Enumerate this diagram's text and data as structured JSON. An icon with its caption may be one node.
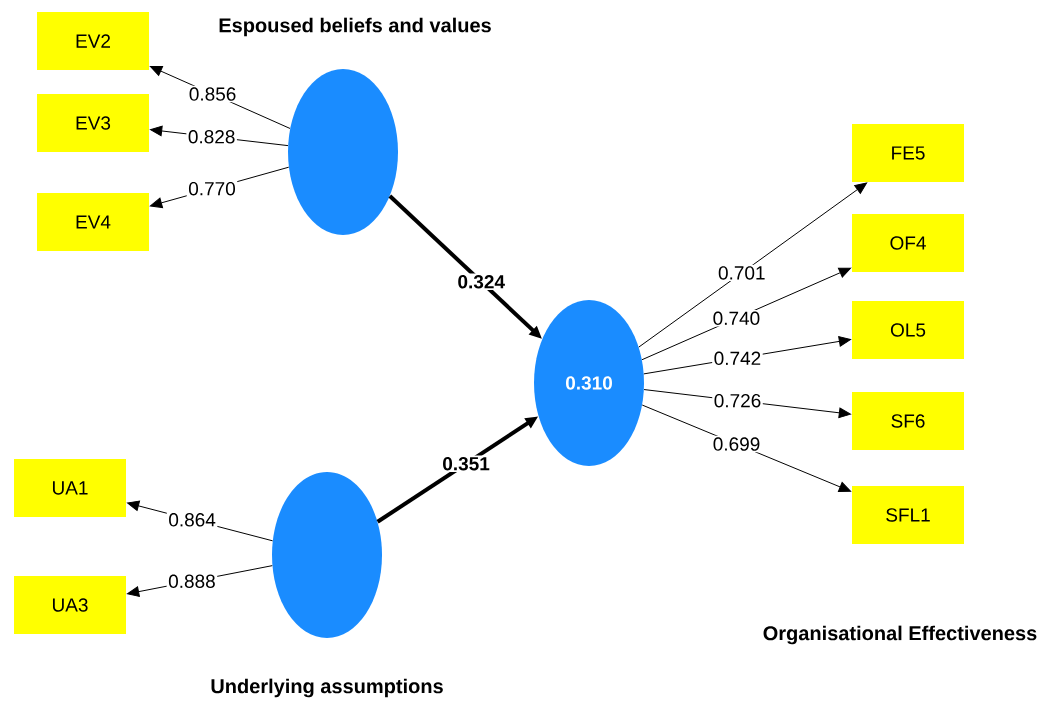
{
  "diagram": {
    "nodes": [
      {
        "text": [
          "EV2"
        ]
      },
      {
        "text": [
          "EV3"
        ]
      },
      {
        "text": [
          "EV4"
        ]
      },
      {
        "text": [
          "Espoused beliefs and values"
        ]
      },
      {
        "text": [
          "0.310"
        ]
      },
      {
        "text": [
          "FE5"
        ]
      },
      {
        "text": [
          "OF4"
        ]
      },
      {
        "text": [
          "OL5"
        ]
      },
      {
        "text": [
          "SF6"
        ]
      },
      {
        "text": [
          "SFL1"
        ]
      },
      {
        "text": [
          "UA1"
        ]
      },
      {
        "text": [
          "UA3"
        ]
      },
      {
        "text": [
          "Underlying assumptions"
        ]
      }
    ],
    "edges": [
      {
        "from": 3,
        "to": 0,
        "arrow": "to",
        "label": "0.856"
      },
      {
        "from": 3,
        "to": 1,
        "arrow": "to",
        "label": "0.828"
      },
      {
        "from": 3,
        "to": 2,
        "arrow": "to",
        "label": "0.770"
      },
      {
        "from": 3,
        "to": 4,
        "arrow": "to",
        "label": "0.324",
        "style": "thick"
      },
      {
        "from": 12,
        "to": 4,
        "arrow": "to",
        "label": "0.351",
        "style": "thick"
      },
      {
        "from": 4,
        "to": 5,
        "arrow": "to",
        "label": "0.701"
      },
      {
        "from": 4,
        "to": 6,
        "arrow": "to",
        "label": "0.740"
      },
      {
        "from": 4,
        "to": 7,
        "arrow": "to",
        "label": "0.742"
      },
      {
        "from": 4,
        "to": 8,
        "arrow": "to",
        "label": "0.726"
      },
      {
        "from": 4,
        "to": 9,
        "arrow": "to",
        "label": "0.699"
      },
      {
        "from": 12,
        "to": 10,
        "arrow": "to",
        "label": "0.864"
      },
      {
        "from": 12,
        "to": 11,
        "arrow": "to",
        "label": "0.888"
      }
    ],
    "labels": [
      "Organisational Effectiveness"
    ]
  }
}
